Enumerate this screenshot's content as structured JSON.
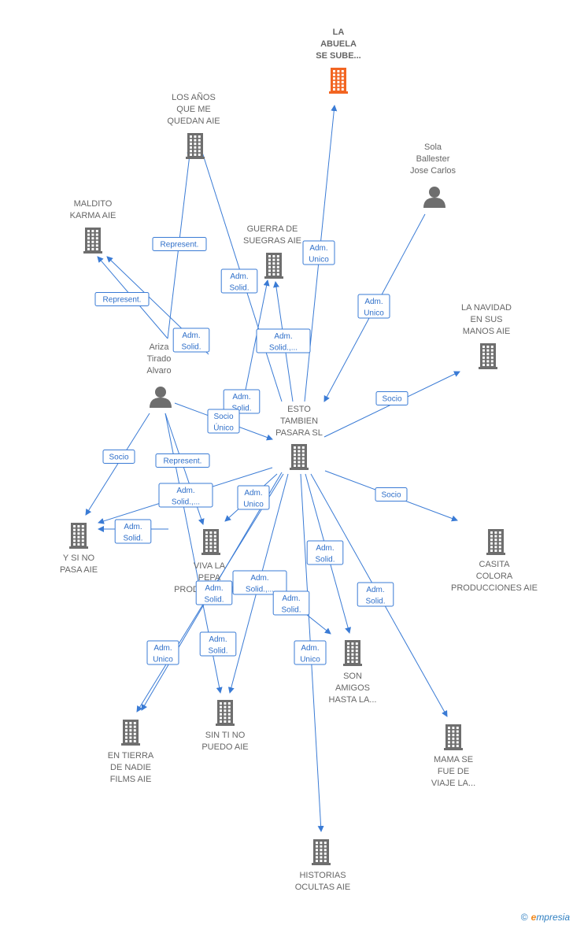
{
  "colors": {
    "building": "#6e6e6e",
    "focus_building": "#f26522",
    "edge": "#3a7bd5",
    "label": "#666666"
  },
  "nodes": [
    {
      "id": "abuela",
      "type": "company",
      "focus": true,
      "lines": [
        "LA",
        "ABUELA",
        "SE SUBE..."
      ]
    },
    {
      "id": "anos",
      "type": "company",
      "lines": [
        "LOS AÑOS",
        "QUE ME",
        "QUEDAN  AIE"
      ]
    },
    {
      "id": "sola",
      "type": "person",
      "lines": [
        "Sola",
        "Ballester",
        "Jose Carlos"
      ]
    },
    {
      "id": "maldito",
      "type": "company",
      "lines": [
        "MALDITO",
        "KARMA AIE"
      ]
    },
    {
      "id": "guerra",
      "type": "company",
      "lines": [
        "GUERRA DE",
        "SUEGRAS AIE"
      ]
    },
    {
      "id": "navidad",
      "type": "company",
      "lines": [
        "LA NAVIDAD",
        "EN SUS",
        "MANOS AIE"
      ]
    },
    {
      "id": "ariza",
      "type": "person",
      "lines": [
        "Ariza",
        "Tirado",
        "Alvaro"
      ]
    },
    {
      "id": "esto",
      "type": "company",
      "lines": [
        "ESTO",
        "TAMBIEN",
        "PASARA  SL"
      ]
    },
    {
      "id": "ysino",
      "type": "company",
      "lines": [
        "Y SI NO",
        "PASA AIE"
      ]
    },
    {
      "id": "viva",
      "type": "company",
      "lines": [
        "VIVA LA",
        "PEPA",
        "PRODUCCIONES"
      ]
    },
    {
      "id": "casita",
      "type": "company",
      "lines": [
        "CASITA",
        "COLORA",
        "PRODUCCIONES AIE"
      ]
    },
    {
      "id": "son",
      "type": "company",
      "lines": [
        "SON",
        "AMIGOS",
        "HASTA LA..."
      ]
    },
    {
      "id": "sinti",
      "type": "company",
      "lines": [
        "SIN TI NO",
        "PUEDO AIE"
      ]
    },
    {
      "id": "tierra",
      "type": "company",
      "lines": [
        "EN TIERRA",
        "DE NADIE",
        "FILMS AIE"
      ]
    },
    {
      "id": "mama",
      "type": "company",
      "lines": [
        "MAMA SE",
        "FUE DE",
        "VIAJE LA..."
      ]
    },
    {
      "id": "historias",
      "type": "company",
      "lines": [
        "HISTORIAS",
        "OCULTAS AIE"
      ]
    }
  ],
  "edges": [
    {
      "lines": [
        "Represent."
      ]
    },
    {
      "lines": [
        "Adm.",
        "Solid."
      ]
    },
    {
      "lines": [
        "Represent."
      ]
    },
    {
      "lines": [
        "Adm.",
        "Solid."
      ]
    },
    {
      "lines": [
        "Adm.",
        "Unico"
      ]
    },
    {
      "lines": [
        "Adm.",
        "Unico"
      ]
    },
    {
      "lines": [
        "Adm.",
        "Solid.,..."
      ]
    },
    {
      "lines": [
        "Adm.",
        "Solid."
      ]
    },
    {
      "lines": [
        "Socio"
      ]
    },
    {
      "lines": [
        "Socio",
        "Único"
      ]
    },
    {
      "lines": [
        "Socio"
      ]
    },
    {
      "lines": [
        "Represent."
      ]
    },
    {
      "lines": [
        "Adm.",
        "Solid.,..."
      ]
    },
    {
      "lines": [
        "Adm.",
        "Unico"
      ]
    },
    {
      "lines": [
        "Adm.",
        "Solid."
      ]
    },
    {
      "lines": [
        "Socio"
      ]
    },
    {
      "lines": [
        "Adm.",
        "Unico"
      ]
    },
    {
      "lines": [
        "Adm.",
        "Solid."
      ]
    },
    {
      "lines": [
        "Adm.",
        "Solid."
      ]
    },
    {
      "lines": [
        "Adm.",
        "Solid.,..."
      ]
    },
    {
      "lines": [
        "Adm.",
        "Solid."
      ]
    },
    {
      "lines": [
        "Adm.",
        "Solid."
      ]
    },
    {
      "lines": [
        "Adm.",
        "Solid."
      ]
    },
    {
      "lines": [
        "Adm.",
        "Unico"
      ]
    }
  ],
  "footer": {
    "copyright": "©",
    "brand_e": "e",
    "brand_rest": "mpresia"
  }
}
